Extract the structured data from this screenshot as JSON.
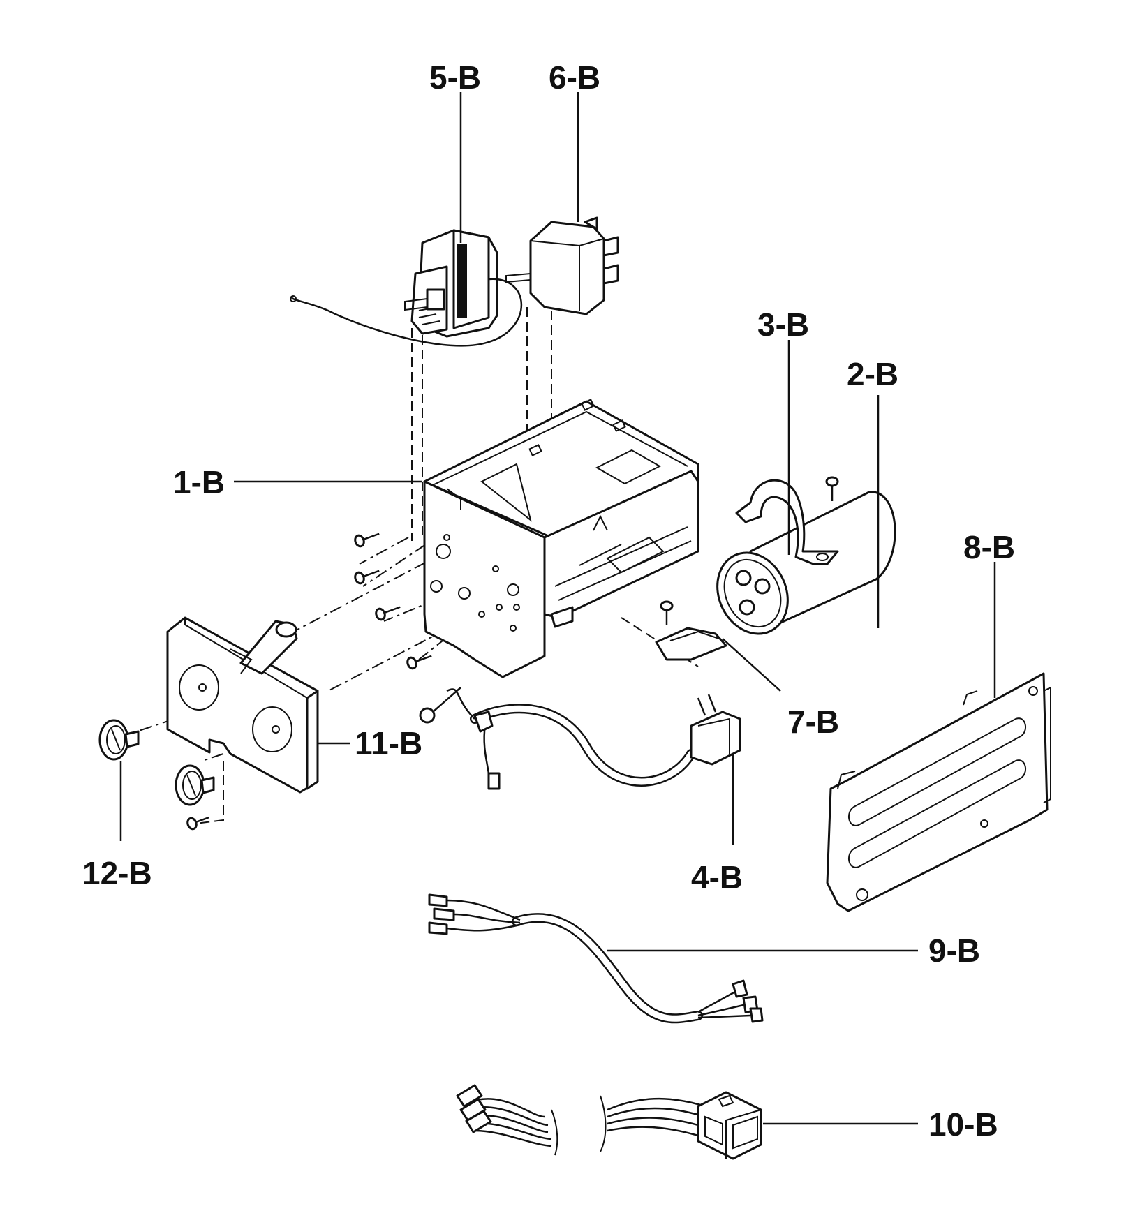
{
  "labels": {
    "p1": "1-B",
    "p2": "2-B",
    "p3": "3-B",
    "p4": "4-B",
    "p5": "5-B",
    "p6": "6-B",
    "p7": "7-B",
    "p8": "8-B",
    "p9": "9-B",
    "p10": "10-B",
    "p11": "11-B",
    "p12": "12-B"
  }
}
